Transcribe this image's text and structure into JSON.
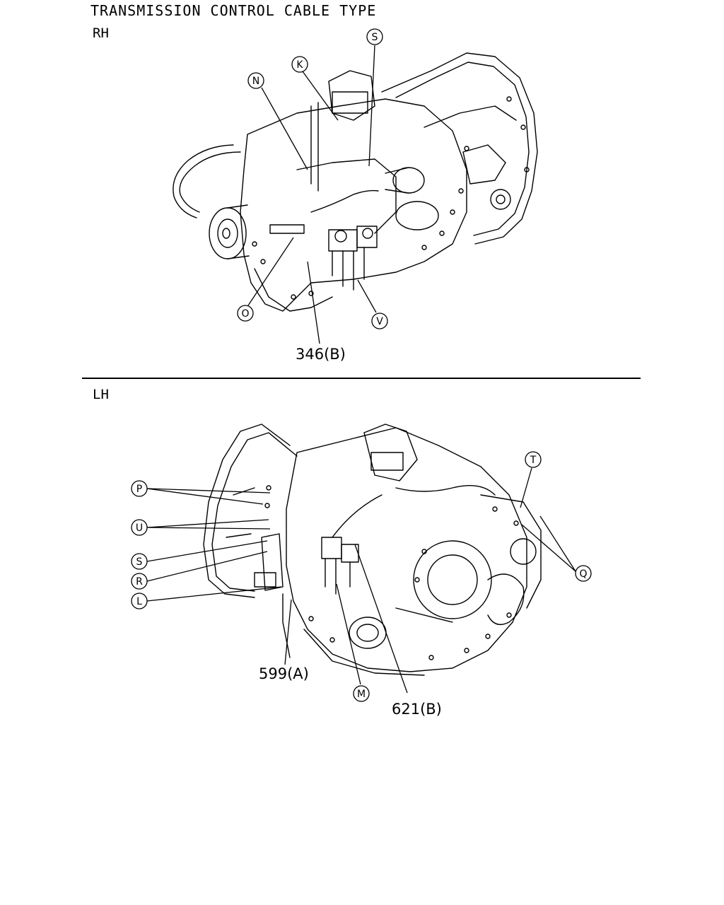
{
  "title": "TRANSMISSION CONTROL CABLE TYPE",
  "views": {
    "rh": {
      "label": "RH",
      "callouts": [
        "S",
        "K",
        "N",
        "O",
        "V"
      ],
      "part_numbers": [
        "346(B)"
      ]
    },
    "lh": {
      "label": "LH",
      "callouts": [
        "P",
        "U",
        "S",
        "R",
        "L",
        "T",
        "Q",
        "M"
      ],
      "part_numbers": [
        "599(A)",
        "621(B)"
      ]
    }
  }
}
